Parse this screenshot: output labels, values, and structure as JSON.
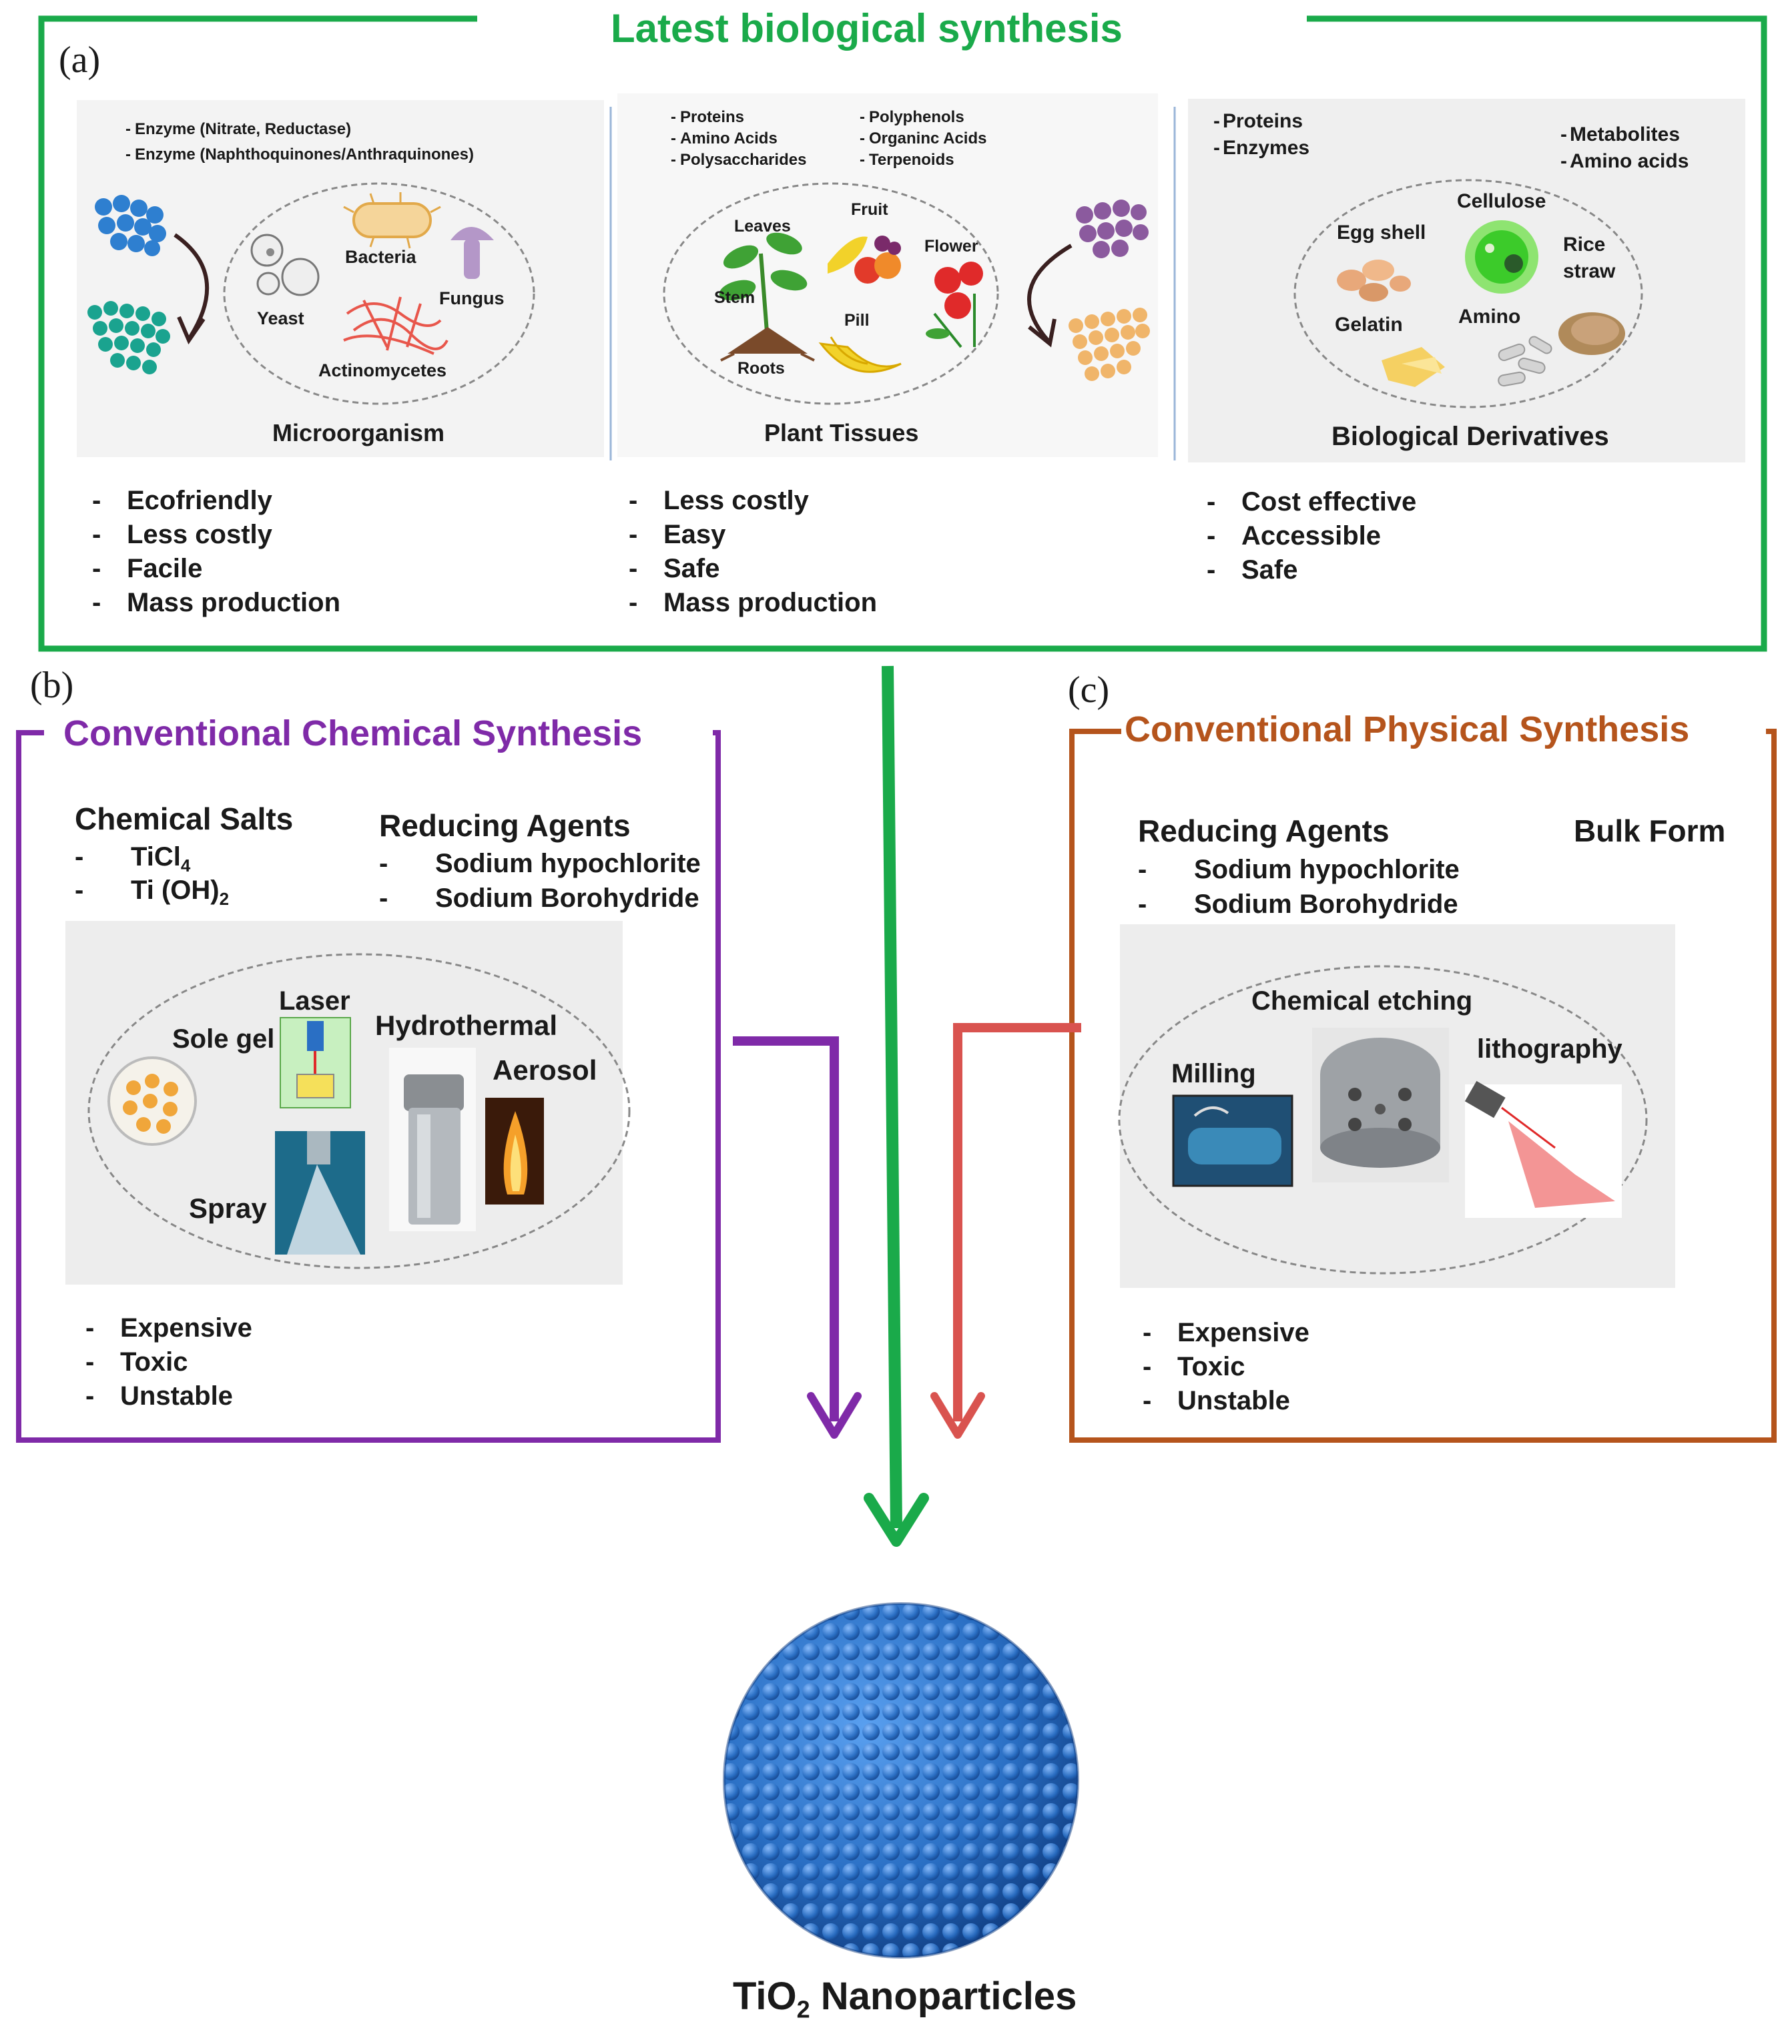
{
  "bio": {
    "title": "Latest biological synthesis",
    "panel_letter": "(a)",
    "microorganism": {
      "enzymes": [
        "Enzyme (Nitrate, Reductase)",
        "Enzyme (Naphthoquinones/Anthraquinones)"
      ],
      "labels": {
        "bacteria": "Bacteria",
        "yeast": "Yeast",
        "fungus": "Fungus",
        "actinomycetes": "Actinomycetes"
      },
      "caption": "Microorganism",
      "advantages": [
        "Ecofriendly",
        "Less costly",
        "Facile",
        "Mass production"
      ]
    },
    "plant": {
      "compounds_left": [
        "Proteins",
        "Amino Acids",
        "Polysaccharides"
      ],
      "compounds_right": [
        "Polyphenols",
        "Organinc Acids",
        "Terpenoids"
      ],
      "labels": {
        "leaves": "Leaves",
        "fruit": "Fruit",
        "flower": "Flower",
        "stem": "Stem",
        "pill": "Pill",
        "roots": "Roots"
      },
      "caption": "Plant Tissues",
      "advantages": [
        "Less costly",
        "Easy",
        "Safe",
        "Mass production"
      ]
    },
    "derivatives": {
      "compounds_left": [
        "Proteins",
        "Enzymes"
      ],
      "compounds_right": [
        "Metabolites",
        "Amino acids"
      ],
      "labels": {
        "cellulose": "Cellulose",
        "egg_shell": "Egg shell",
        "rice": "Rice",
        "straw": "straw",
        "gelatin": "Gelatin",
        "amino": "Amino"
      },
      "caption": "Biological Derivatives",
      "advantages": [
        "Cost effective",
        "Accessible",
        "Safe"
      ]
    }
  },
  "chemical": {
    "panel_letter": "(b)",
    "title": "Conventional Chemical Synthesis",
    "salts_heading": "Chemical Salts",
    "salts": [
      {
        "main": "TiCl",
        "sub": "4",
        "tail": ""
      },
      {
        "main": "Ti (OH)",
        "sub": "2",
        "tail": ""
      }
    ],
    "reducing_heading": "Reducing Agents",
    "reducing": [
      "Sodium hypochlorite",
      "Sodium Borohydride"
    ],
    "methods": {
      "laser": "Laser",
      "sole_gel": "Sole gel",
      "hydrothermal": "Hydrothermal",
      "aerosol": "Aerosol",
      "spray": "Spray"
    },
    "disadvantages": [
      "Expensive",
      "Toxic",
      "Unstable"
    ]
  },
  "physical": {
    "panel_letter": "(c)",
    "title": "Conventional Physical Synthesis",
    "reducing_heading": "Reducing Agents",
    "bulk_heading": "Bulk Form",
    "reducing": [
      "Sodium hypochlorite",
      "Sodium Borohydride"
    ],
    "methods": {
      "chemical_etching": "Chemical etching",
      "milling": "Milling",
      "lithography": "lithography"
    },
    "disadvantages": [
      "Expensive",
      "Toxic",
      "Unstable"
    ]
  },
  "result": {
    "main": "TiO",
    "sub": "2",
    "tail": " Nanoparticles"
  },
  "colors": {
    "green": "#1aaa4a",
    "purple": "#7f2aa8",
    "orange": "#b5541c",
    "red": "#d9534f",
    "blue": "#2a6fc4"
  }
}
